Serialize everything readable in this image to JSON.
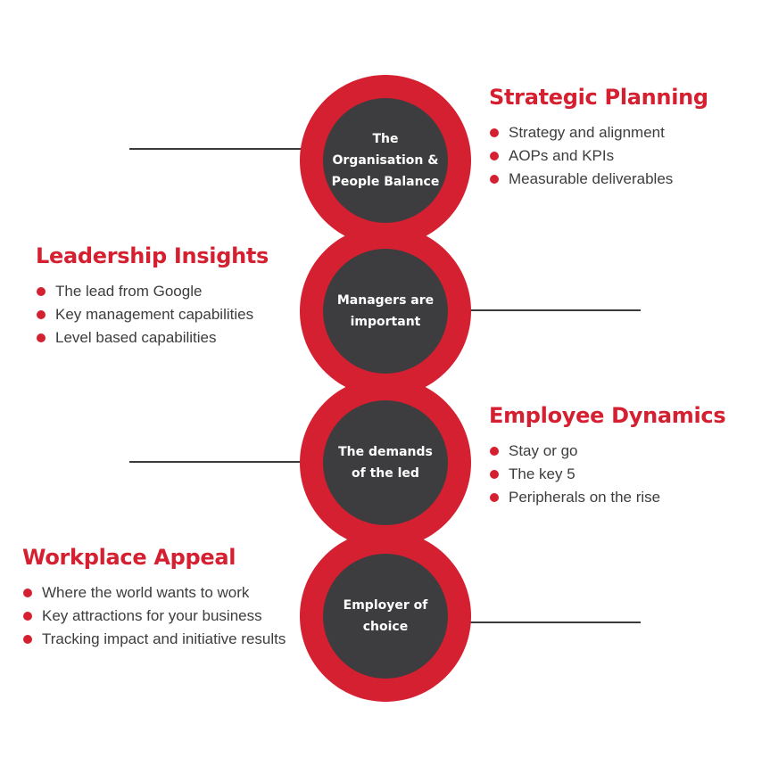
{
  "colors": {
    "accent": "#d42030",
    "dark": "#3d3d3f",
    "connector": "#3a3a3c",
    "inner_text": "#ffffff"
  },
  "stages": [
    {
      "circle_label": "The\nOrganisation &\nPeople Balance",
      "title": "Strategic Planning",
      "bullets": [
        "Strategy and alignment",
        "AOPs and KPIs",
        "Measurable deliverables"
      ]
    },
    {
      "circle_label": "Managers are\nimportant",
      "title": "Leadership Insights",
      "bullets": [
        "The lead from Google",
        "Key management capabilities",
        "Level based capabilities"
      ]
    },
    {
      "circle_label": "The demands\nof the led",
      "title": "Employee Dynamics",
      "bullets": [
        "Stay or go",
        "The key 5",
        "Peripherals on the rise"
      ]
    },
    {
      "circle_label": "Employer of\nchoice",
      "title": "Workplace Appeal",
      "bullets": [
        "Where the world wants to work",
        "Key attractions for your business",
        "Tracking impact and initiative results"
      ]
    }
  ]
}
